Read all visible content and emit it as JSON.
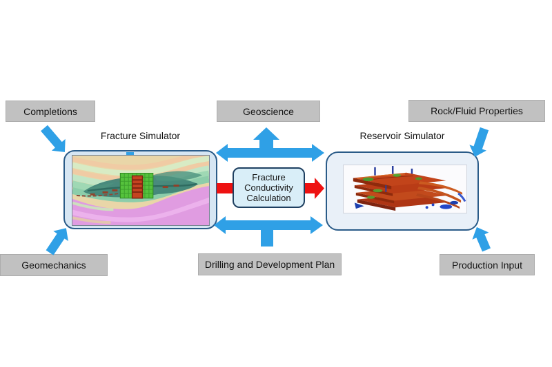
{
  "diagram": {
    "nodes": {
      "completions": "Completions",
      "geoscience": "Geoscience",
      "rock_fluid_properties": "Rock/Fluid Properties",
      "geomechanics": "Geomechanics",
      "drilling_development_plan": "Drilling and Development Plan",
      "production_input": "Production Input"
    },
    "panels": {
      "fracture_simulator": {
        "title": "Fracture Simulator"
      },
      "reservoir_simulator": {
        "title": "Reservoir Simulator"
      }
    },
    "center": {
      "calc_label": "Fracture Conductivity Calculation"
    }
  },
  "colors": {
    "background": "#FFFFFF",
    "arrow_blue": "#2FA0E6",
    "arrow_red": "#EE1111",
    "gray_box_bg": "#C1C1C1",
    "gray_box_border": "#ACACAC",
    "panel_border": "#2A5B88",
    "fracture_panel_bg": "#D6E6F3",
    "reservoir_panel_bg": "#E9F0F8",
    "calc_box_bg": "#D9EEF8",
    "calc_box_border": "#1E3F60",
    "text": "#141414"
  }
}
